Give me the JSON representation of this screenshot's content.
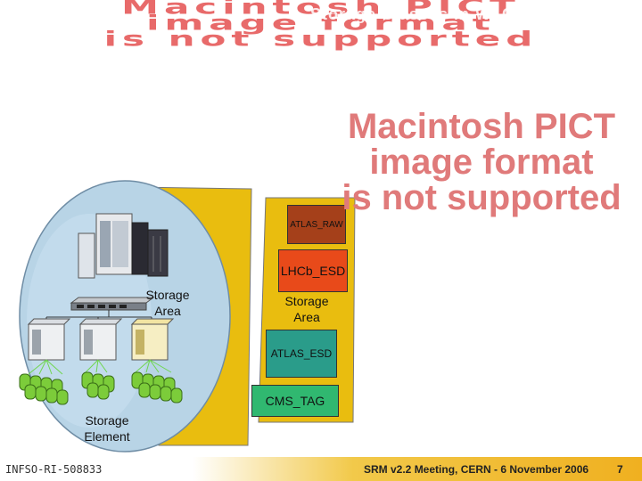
{
  "banner": {
    "line1": "Macintosh PICT",
    "line2": "image format",
    "line3": "is not supported",
    "overlay": "Storage Classes in WLCG"
  },
  "pict_placeholder": {
    "line1": "Macintosh PICT",
    "line2": "image format",
    "line3": "is not supported"
  },
  "diagram": {
    "storage_area_left": [
      "Storage",
      "Area"
    ],
    "storage_element": [
      "Storage",
      "Element"
    ],
    "storage_area_right": [
      "Storage",
      "Area"
    ],
    "boxes": {
      "atlas_raw": "ATLAS_RAW",
      "lhcb_esd": "LHCb_ESD",
      "atlas_esd": "ATLAS_ESD",
      "cms_tag": "CMS_TAG"
    },
    "colors": {
      "yellow": "#e9bd0f",
      "ellipse": "#b8d4e6",
      "atlas_raw": "#a5401a",
      "lhcb_esd": "#e84a1a",
      "atlas_esd": "#2a9c8a",
      "cms_tag": "#30b870"
    }
  },
  "footer": {
    "left": "INFSO-RI-508833",
    "center": "SRM v2.2 Meeting, CERN - 6 November 2006",
    "page": "7"
  }
}
